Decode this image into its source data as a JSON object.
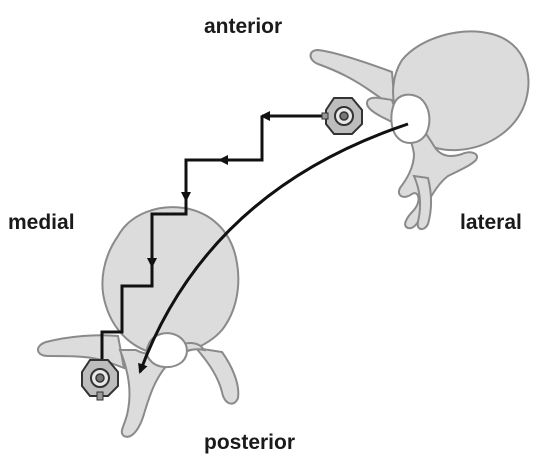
{
  "orientation_labels": {
    "anterior": "anterior",
    "medial": "medial",
    "lateral": "lateral",
    "posterior": "posterior"
  },
  "colors": {
    "bone_fill": "#dcdcdc",
    "bone_outline": "#8a8a8a",
    "canal_fill": "#ffffff",
    "path_stroke": "#111111",
    "screw_fill": "#bdbdbd",
    "background": "#ffffff"
  },
  "icons": {
    "top_implant": "pedicle-screw-icon",
    "bottom_implant": "pedicle-screw-icon"
  }
}
